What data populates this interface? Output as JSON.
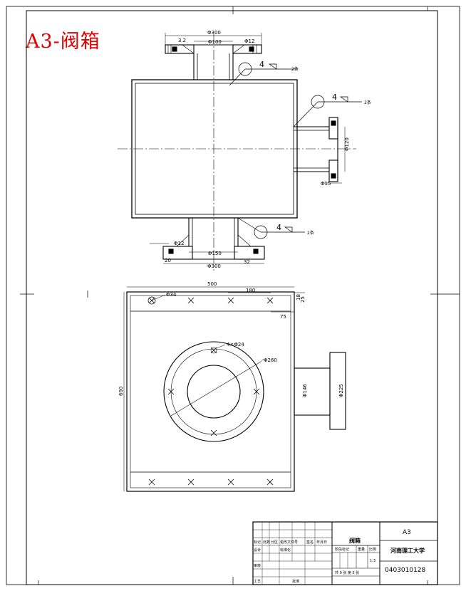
{
  "sheet_title": "A3-阀箱",
  "front_view": {
    "dims": {
      "top_flange_d": "Φ300",
      "top_pipe_d": "Φ100",
      "top_flange_thk": "3.2",
      "top_hole_d": "Φ12",
      "right_pipe_d": "Φ120",
      "right_hole_d": "Φ15",
      "bottom_hole_d": "Φ12",
      "bottom_pipe_d": "Φ150",
      "bottom_flange_d": "Φ300",
      "bottom_flange_thk": "20",
      "bottom_flange_chamfer": "32"
    },
    "welds": [
      {
        "size": "4",
        "count": "2条"
      },
      {
        "size": "4",
        "count": "2条"
      },
      {
        "size": "4",
        "count": "2条"
      }
    ]
  },
  "plan_view": {
    "dims": {
      "width": "500",
      "offset": "180",
      "edge_small": "18",
      "edge": "75",
      "corner_hole": "Φ34",
      "bolt_holes": "4×Φ24",
      "flange_circle": "Φ260",
      "height": "600",
      "side_pipe_d": "Φ146",
      "side_flange_d": "Φ225",
      "side_flange_edge": "25"
    }
  },
  "title_block": {
    "part_name": "阀箱",
    "sheet_size": "A3",
    "org": "河南理工大学",
    "drawing_no": "0403010128",
    "labels": {
      "mark": "标记",
      "count": "处数",
      "zone": "分区",
      "change_no": "更改文件号",
      "sign": "签名",
      "date": "年月日",
      "design": "设计",
      "std": "标准化",
      "stage_mark": "阶段标记",
      "weight": "重量",
      "scale": "比例",
      "review": "审核",
      "process": "工艺",
      "approve": "批准",
      "scale_value": "1:3",
      "sheets": "共 9 张  第 5 张"
    }
  }
}
